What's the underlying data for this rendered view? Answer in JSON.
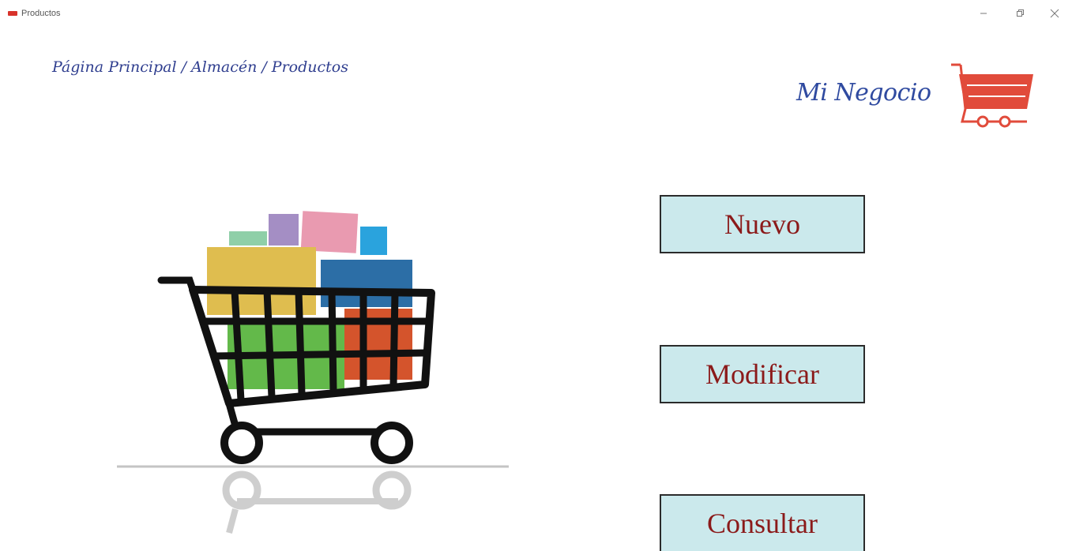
{
  "window": {
    "title": "Productos",
    "icon": "app-red-icon",
    "controls": {
      "minimize": "minimize-icon",
      "maximize": "restore-icon",
      "close": "close-icon"
    }
  },
  "breadcrumb": {
    "text": "Página Principal / Almacén / Productos"
  },
  "logo": {
    "text": "Mi Negocio",
    "icon": "shopping-cart-icon",
    "color": "#e14b3b"
  },
  "illustration": {
    "icon": "shopping-cart-with-boxes-illustration"
  },
  "actions": {
    "nuevo": "Nuevo",
    "modificar": "Modificar",
    "consultar": "Consultar"
  },
  "colors": {
    "button_bg": "#cbe9ec",
    "button_text": "#8b1a1a",
    "breadcrumb_text": "#2f3e8f",
    "logo_text": "#2f4aa0"
  }
}
